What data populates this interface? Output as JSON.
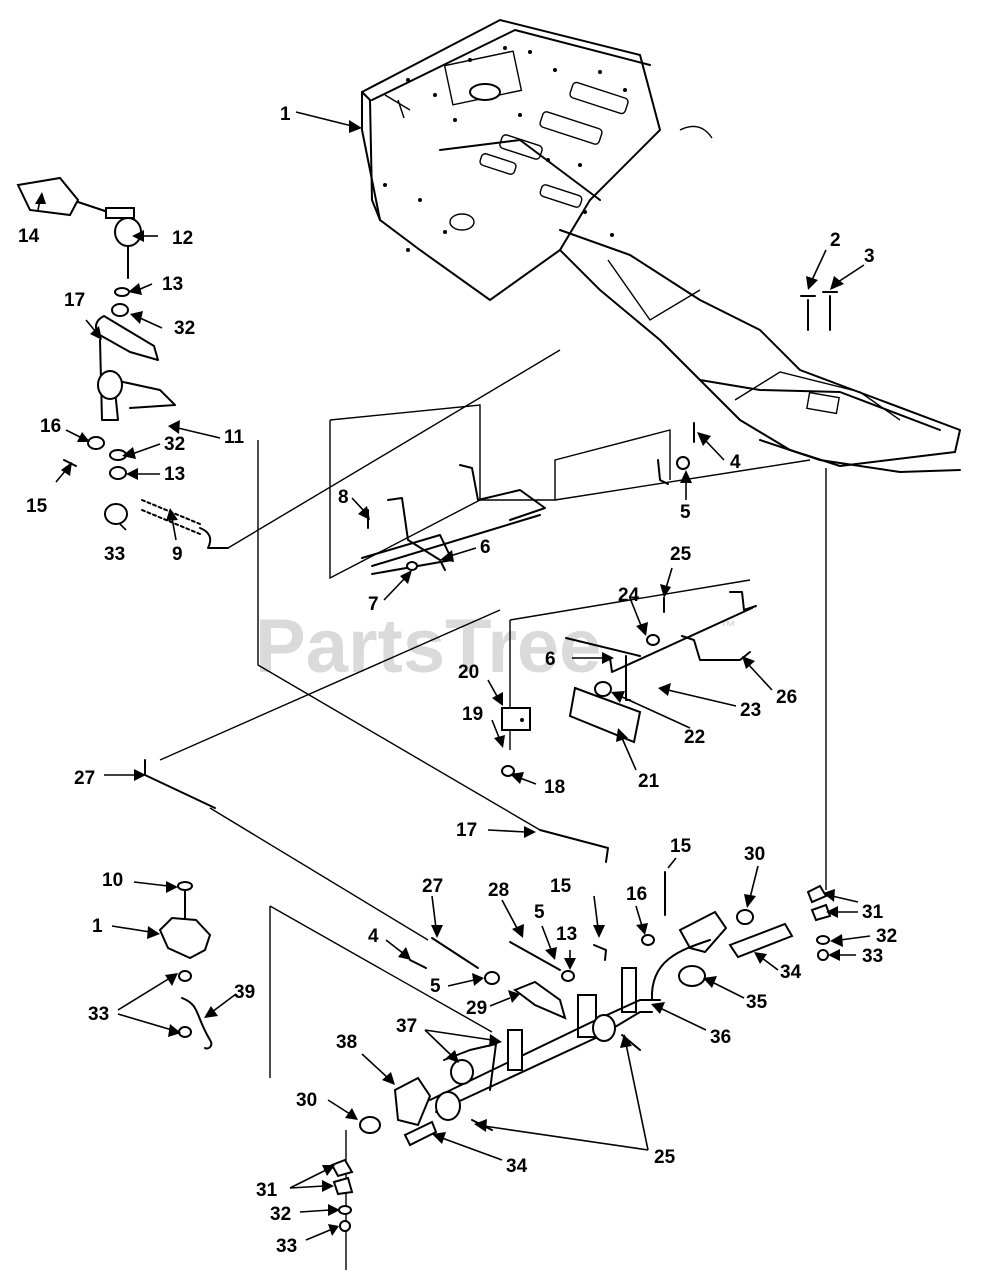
{
  "watermark": {
    "text": "PartsTree",
    "trademark": "™"
  },
  "callouts": [
    {
      "id": "c1a",
      "text": "1"
    },
    {
      "id": "c2",
      "text": "2"
    },
    {
      "id": "c3",
      "text": "3"
    },
    {
      "id": "c4a",
      "text": "4"
    },
    {
      "id": "c5a",
      "text": "5"
    },
    {
      "id": "c6a",
      "text": "6"
    },
    {
      "id": "c7",
      "text": "7"
    },
    {
      "id": "c8",
      "text": "8"
    },
    {
      "id": "c9",
      "text": "9"
    },
    {
      "id": "c11",
      "text": "11"
    },
    {
      "id": "c12",
      "text": "12"
    },
    {
      "id": "c13a",
      "text": "13"
    },
    {
      "id": "c32a",
      "text": "32"
    },
    {
      "id": "c17a",
      "text": "17"
    },
    {
      "id": "c14",
      "text": "14"
    },
    {
      "id": "c16a",
      "text": "16"
    },
    {
      "id": "c32b",
      "text": "32"
    },
    {
      "id": "c13b",
      "text": "13"
    },
    {
      "id": "c15a",
      "text": "15"
    },
    {
      "id": "c33a",
      "text": "33"
    },
    {
      "id": "c25a",
      "text": "25"
    },
    {
      "id": "c24",
      "text": "24"
    },
    {
      "id": "c6b",
      "text": "6"
    },
    {
      "id": "c23",
      "text": "23"
    },
    {
      "id": "c26",
      "text": "26"
    },
    {
      "id": "c20",
      "text": "20"
    },
    {
      "id": "c19",
      "text": "19"
    },
    {
      "id": "c22",
      "text": "22"
    },
    {
      "id": "c21",
      "text": "21"
    },
    {
      "id": "c18",
      "text": "18"
    },
    {
      "id": "c27a",
      "text": "27"
    },
    {
      "id": "c17b",
      "text": "17"
    },
    {
      "id": "c15b",
      "text": "15"
    },
    {
      "id": "c30a",
      "text": "30"
    },
    {
      "id": "c10",
      "text": "10"
    },
    {
      "id": "c1b",
      "text": "1"
    },
    {
      "id": "c27b",
      "text": "27"
    },
    {
      "id": "c28",
      "text": "28"
    },
    {
      "id": "c15c",
      "text": "15"
    },
    {
      "id": "c16b",
      "text": "16"
    },
    {
      "id": "c5b",
      "text": "5"
    },
    {
      "id": "c13c",
      "text": "13"
    },
    {
      "id": "c4b",
      "text": "4"
    },
    {
      "id": "c5c",
      "text": "5"
    },
    {
      "id": "c31a",
      "text": "31"
    },
    {
      "id": "c32c",
      "text": "32"
    },
    {
      "id": "c33b",
      "text": "33"
    },
    {
      "id": "c34a",
      "text": "34"
    },
    {
      "id": "c35",
      "text": "35"
    },
    {
      "id": "c36",
      "text": "36"
    },
    {
      "id": "c29",
      "text": "29"
    },
    {
      "id": "c33c",
      "text": "33"
    },
    {
      "id": "c39",
      "text": "39"
    },
    {
      "id": "c37",
      "text": "37"
    },
    {
      "id": "c38",
      "text": "38"
    },
    {
      "id": "c30b",
      "text": "30"
    },
    {
      "id": "c25b",
      "text": "25"
    },
    {
      "id": "c34b",
      "text": "34"
    },
    {
      "id": "c31b",
      "text": "31"
    },
    {
      "id": "c32d",
      "text": "32"
    },
    {
      "id": "c33d",
      "text": "33"
    }
  ]
}
